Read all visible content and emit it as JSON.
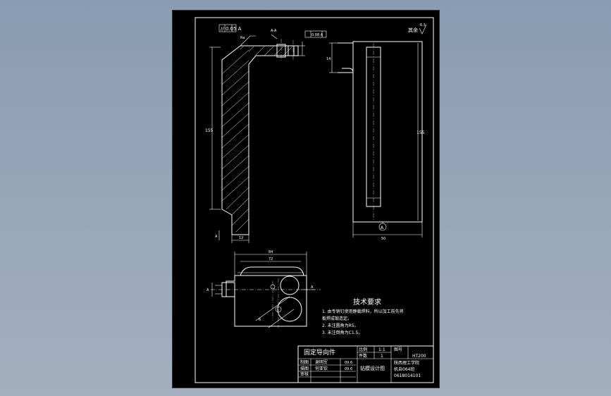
{
  "drawing": {
    "surface_symbol": "其余",
    "roughness_value": "6.3",
    "tolerance_frame_1": "// 0.05 A",
    "tolerance_frame_2": "0.08 A",
    "dim_height_main": "155",
    "dim_height_right": "155",
    "dim_width_bottom": "50",
    "dim_width_plan": "84",
    "dim_inner_plan": "72",
    "datum_label": "A",
    "dim_small_1": "12",
    "dim_small_2": "14"
  },
  "requirements": {
    "title": "技术要求",
    "items": [
      "1. 由专销钉使用静载焊料，所以加工前先将",
      "   板焊成锻造定。",
      "2. 未注圆角为R5。",
      "3. 未注倒角为C1.5。"
    ]
  },
  "title_block": {
    "part_name": "固定导向件",
    "scale_label": "比例",
    "scale_value": "1:1",
    "qty_label": "件数",
    "qty_value": "1",
    "sheet_label": "图号",
    "material": "HT200",
    "row_labels": [
      "制图",
      "描图",
      "审核"
    ],
    "names": [
      "谢明军",
      "何亚钦",
      ""
    ],
    "dates": [
      "09.6",
      "09.6",
      ""
    ],
    "assembly": "钻模设计图",
    "school_1": "陕西理工学院",
    "school_2": "机自064班",
    "number": "0618014101"
  },
  "colors": {
    "background_top": "#8a9cb3",
    "sheet": "#000000",
    "lines": "#ffffff"
  }
}
